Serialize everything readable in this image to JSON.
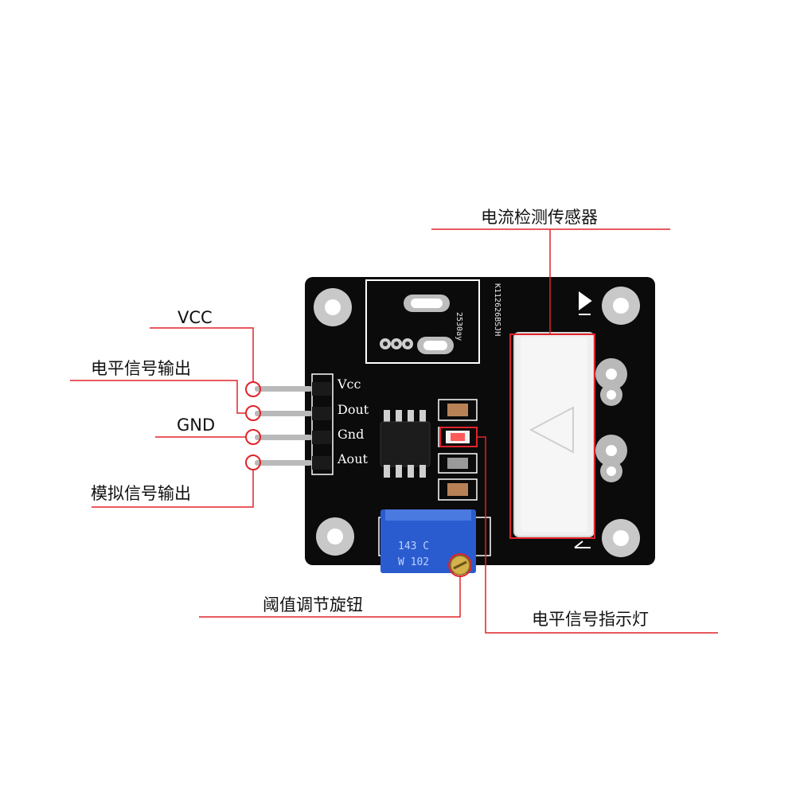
{
  "callouts": {
    "current_sensor": "电流检测传感器",
    "vcc": "VCC",
    "level_output": "电平信号输出",
    "gnd": "GND",
    "analog_output": "模拟信号输出",
    "threshold_knob": "阈值调节旋钮",
    "level_indicator": "电平信号指示灯"
  },
  "board": {
    "pins": [
      "Vcc",
      "Dout",
      "Gnd",
      "Aout"
    ],
    "serial": "K112626BSJH",
    "transformer_marking": "2530ay",
    "pot_marking_1": "143 C",
    "pot_marking_2": "W 102"
  },
  "colors": {
    "leader_line": "#e0242a",
    "pcb": "#0b0b0b",
    "sensor": "#efefef",
    "potentiometer": "#2a5ccf"
  }
}
